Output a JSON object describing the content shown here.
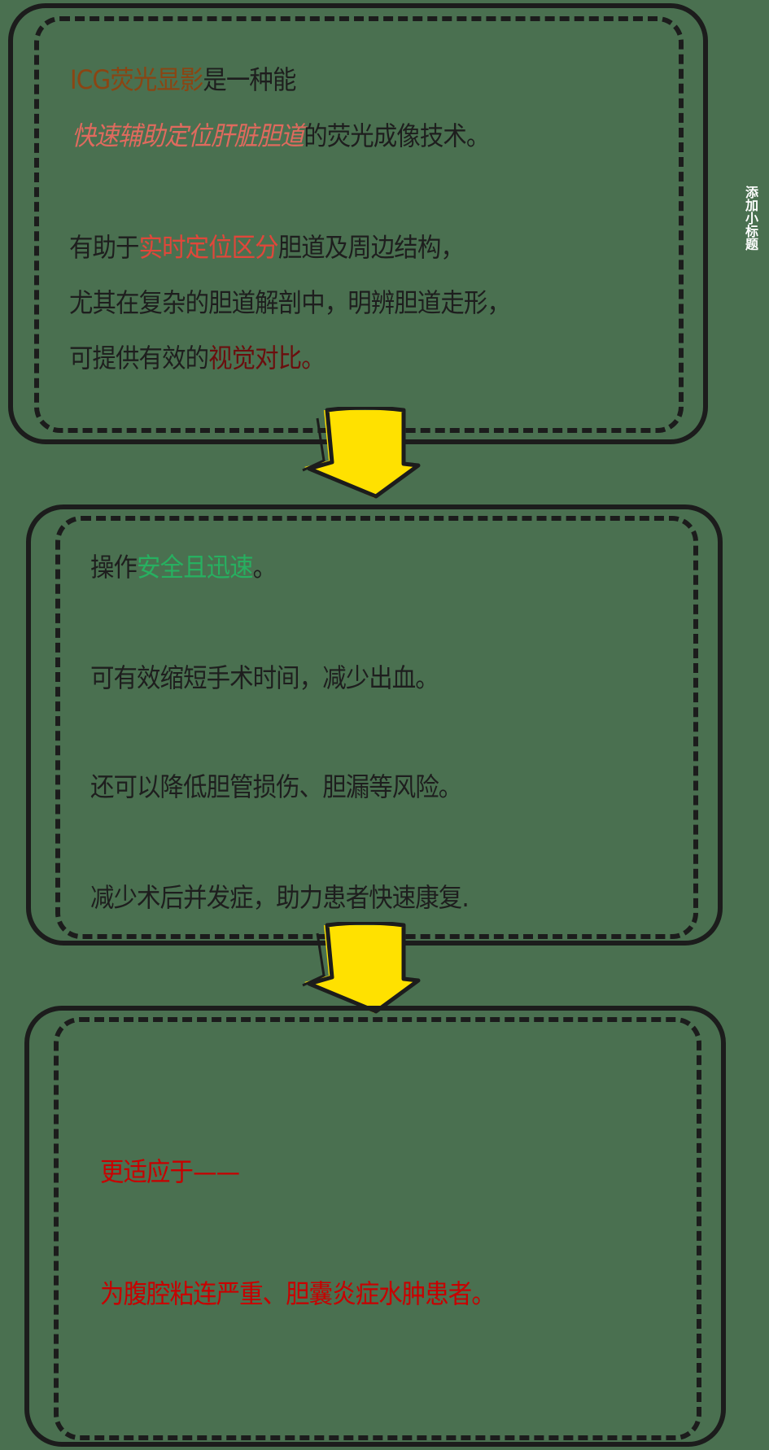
{
  "side_label": "添加小标题",
  "colors": {
    "background": "#4a7050",
    "border": "#1c1c1c",
    "text": "#1e1e1e",
    "brown": "#8b4513",
    "salmon": "#e06a5e",
    "coral": "#e0473a",
    "maroon": "#6b0e0e",
    "green": "#27b060",
    "red": "#c80000",
    "arrow_yellow": "#ffe100"
  },
  "box1": {
    "line1": {
      "highlight": "ICG荧光显影",
      "rest": "是一种能"
    },
    "line2": {
      "highlight": "快速辅助定位肝脏胆道",
      "rest": "的荧光成像技术。"
    },
    "line3": {
      "pre": "有助于",
      "highlight": "实时定位区分",
      "rest": "胆道及周边结构，"
    },
    "line4": {
      "text": "尤其在复杂的胆道解剖中，明辨胆道走形，"
    },
    "line5": {
      "pre": "可提供有效的",
      "highlight": "视觉对比。"
    }
  },
  "box2": {
    "line1": {
      "pre": "操作",
      "highlight": "安全且迅速",
      "rest": "。"
    },
    "line2": {
      "text": "可有效缩短手术时间，减少出血。"
    },
    "line3": {
      "text": "还可以降低胆管损伤、胆漏等风险。"
    },
    "line4": {
      "text": "减少术后并发症，助力患者快速康复."
    }
  },
  "box3": {
    "line1": {
      "text": "更适应于——"
    },
    "line2": {
      "text": "为腹腔粘连严重、胆囊炎症水肿患者。"
    }
  },
  "arrows": [
    {
      "icon": "down-arrow-icon"
    },
    {
      "icon": "down-arrow-icon"
    }
  ]
}
